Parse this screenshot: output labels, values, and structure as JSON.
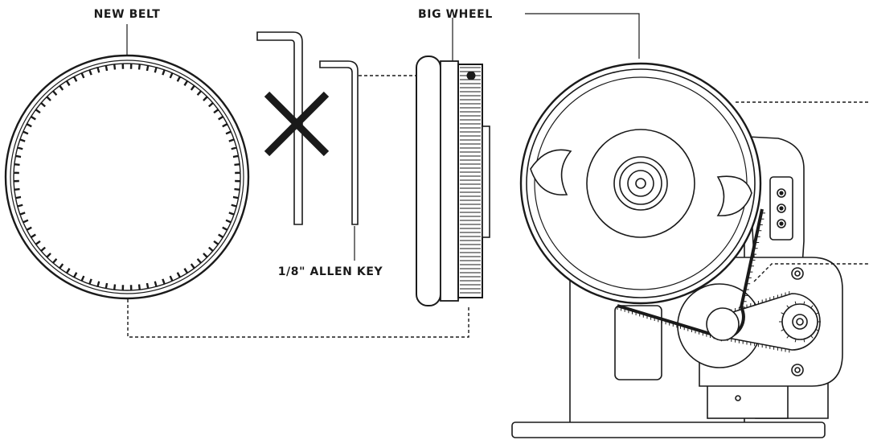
{
  "labels": {
    "new_belt": "NEW BELT",
    "big_wheel": "BIG WHEEL",
    "allen_key": "1/8\" ALLEN KEY"
  },
  "colors": {
    "ink": "#1a1a1a",
    "background": "#ffffff"
  },
  "icons": [
    "belt-ring",
    "allen-key",
    "cross-mark",
    "pulley-side-view",
    "motor-assembly"
  ]
}
